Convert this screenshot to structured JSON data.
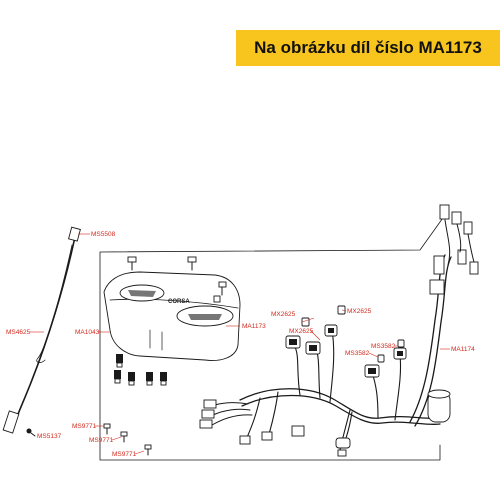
{
  "banner": {
    "text": "Na obrázku díl číslo MA1173",
    "color": "#f7c51e"
  },
  "labels": {
    "ms5508": "MS5508",
    "ms4625": "MS4625",
    "ma1043": "MA1043",
    "ma1173": "MA1173",
    "mx2625_left": "MX2625",
    "mx2625_right": "MX2625",
    "mx2625_mid": "MX2625",
    "ms3582_top": "MS3582",
    "ms3582_bottom": "MS3582",
    "ma1174": "MA1174",
    "ms5137": "MS5137",
    "ms9771_a": "MS9771",
    "ms9771_b": "MS9771",
    "ms9771_c": "MS9771"
  },
  "dashboard_logo": "CORSA",
  "colors": {
    "label": "#d42a1e",
    "line": "#1a1a1a",
    "highlight": "#f7c51e"
  }
}
